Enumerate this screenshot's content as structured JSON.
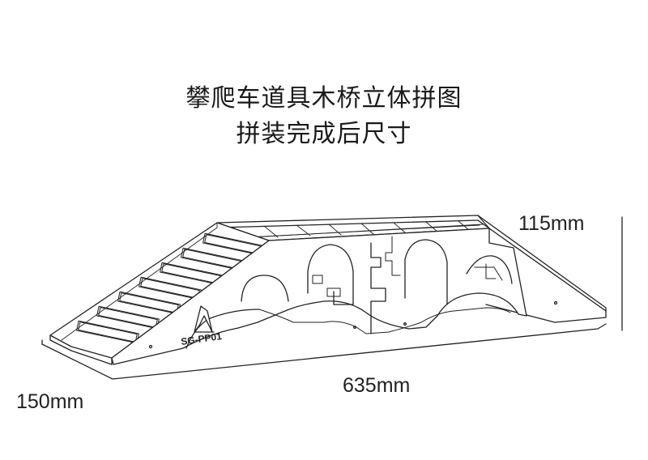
{
  "title_line1": "攀爬车道具木桥立体拼图",
  "title_line2": "拼装完成后尺寸",
  "dimensions": {
    "height": "115mm",
    "length": "635mm",
    "width": "150mm"
  },
  "model_label": "SG-PP01",
  "colors": {
    "line": "#222222",
    "text": "#1a1a1a",
    "background": "#ffffff"
  }
}
